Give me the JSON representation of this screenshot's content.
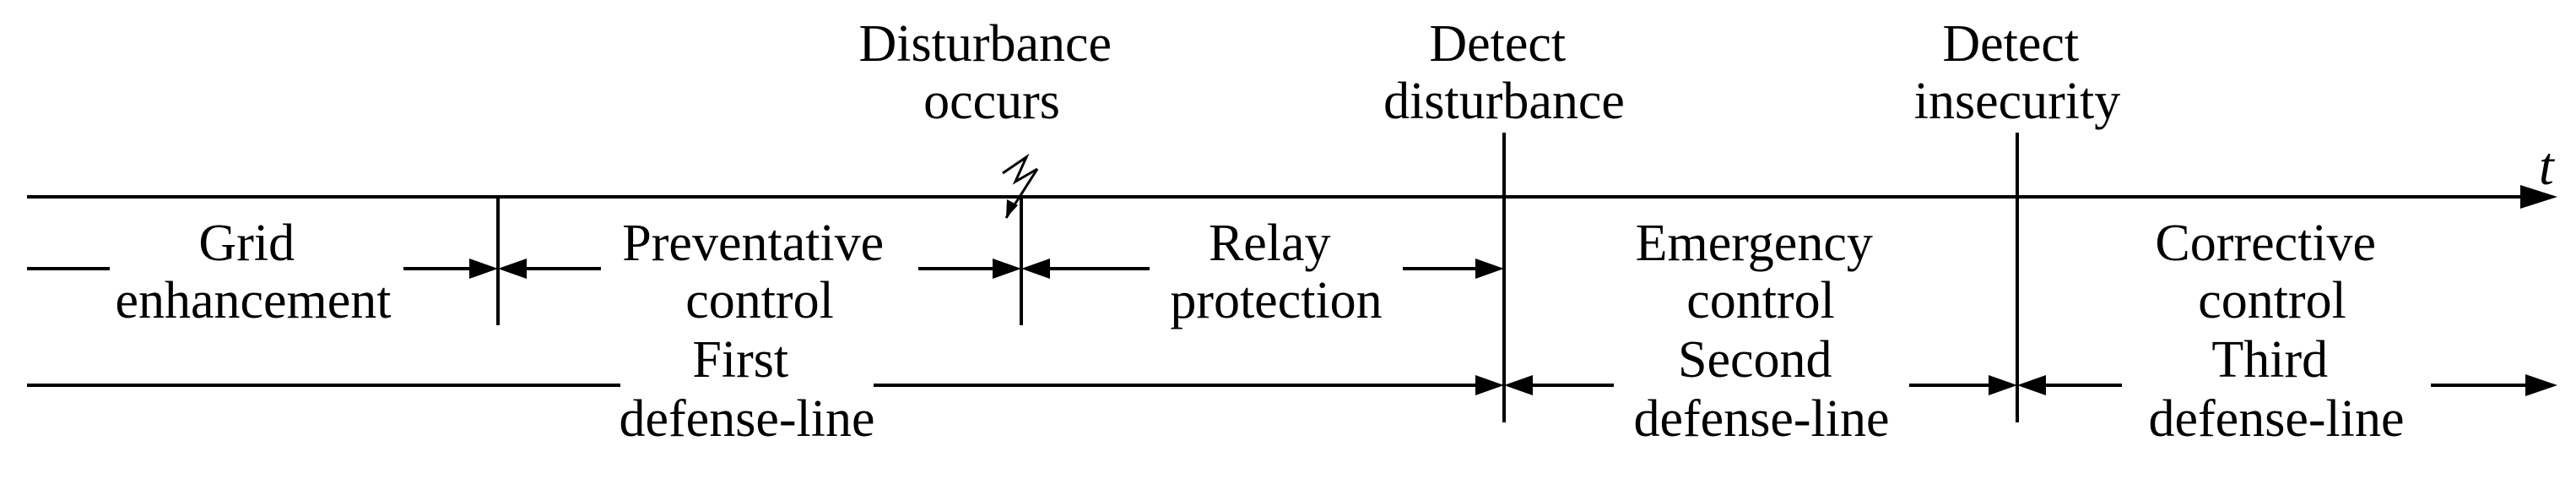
{
  "events": {
    "disturbance_occurs": [
      "Disturbance",
      "occurs"
    ],
    "detect_disturbance": [
      "Detect",
      "disturbance"
    ],
    "detect_insecurity": [
      "Detect",
      "insecurity"
    ]
  },
  "axis_label": "t",
  "stages": {
    "grid_enhancement": [
      "Grid",
      "enhancement"
    ],
    "preventative_control": [
      "Preventative",
      "control"
    ],
    "relay_protection": [
      "Relay",
      "protection"
    ],
    "emergency_control": [
      "Emergency",
      "control"
    ],
    "corrective_control": [
      "Corrective",
      "control"
    ]
  },
  "defense_lines": {
    "first": [
      "First",
      "defense-line"
    ],
    "second": [
      "Second",
      "defense-line"
    ],
    "third": [
      "Third",
      "defense-line"
    ]
  }
}
